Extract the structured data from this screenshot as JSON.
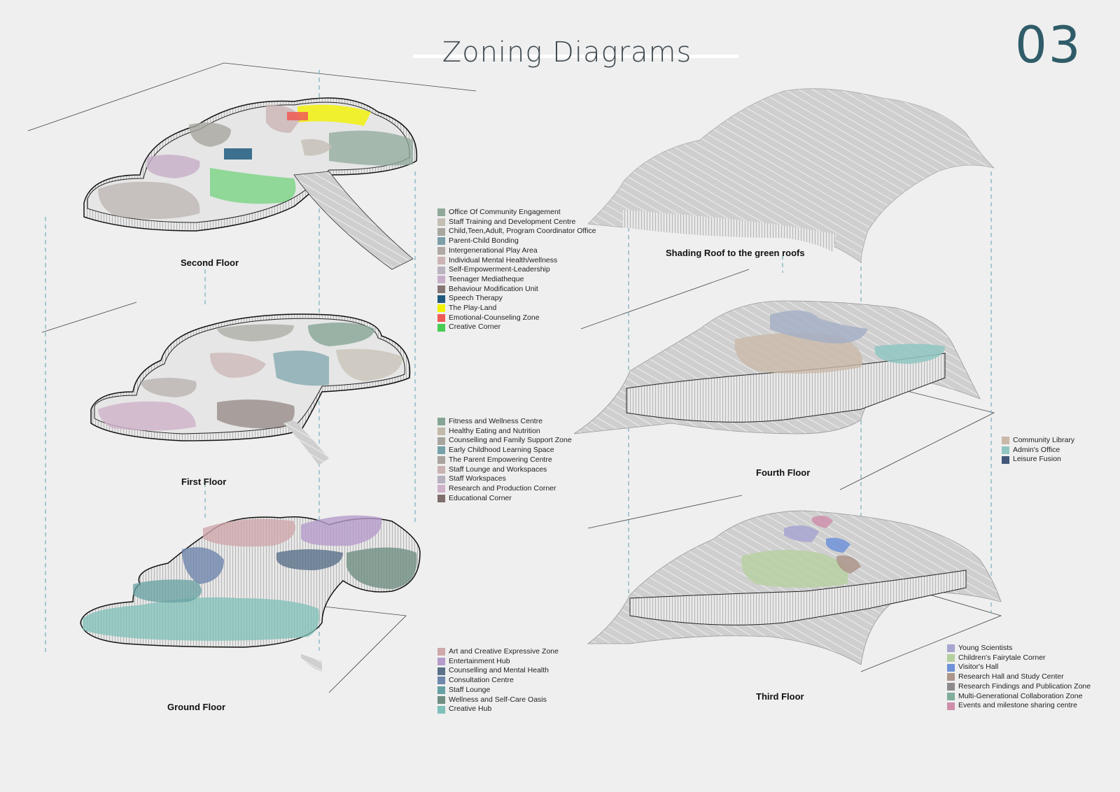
{
  "header": {
    "title": "Zoning Diagrams",
    "sheet_number": "03"
  },
  "floors": {
    "second": {
      "label": "Second Floor",
      "legend": [
        {
          "label": "Office Of Community Engagement",
          "color": "#8fa89a"
        },
        {
          "label": "Staff Training and Development Centre",
          "color": "#c4beb5"
        },
        {
          "label": "Child,Teen,Adult, Program Coordinator Office",
          "color": "#a7a69f"
        },
        {
          "label": "Parent-Child Bonding",
          "color": "#7c9fa8"
        },
        {
          "label": "Intergenerational Play Area",
          "color": "#b0a8a4"
        },
        {
          "label": "Individual Mental Health/wellness",
          "color": "#ccb4b4"
        },
        {
          "label": "Self-Empowerment-Leadership",
          "color": "#b9b3bf"
        },
        {
          "label": "Teenager Mediatheque",
          "color": "#c7aec8"
        },
        {
          "label": "Behaviour Modification Unit",
          "color": "#857674"
        },
        {
          "label": "Speech Therapy",
          "color": "#1f5a7e"
        },
        {
          "label": "The Play-Land",
          "color": "#f2f200"
        },
        {
          "label": "Emotional-Counseling Zone",
          "color": "#f05a55"
        },
        {
          "label": "Creative Corner",
          "color": "#47cc55"
        }
      ]
    },
    "first": {
      "label": "First Floor",
      "legend": [
        {
          "label": "Fitness and Wellness Centre",
          "color": "#86a595"
        },
        {
          "label": "Healthy Eating and Nutrition",
          "color": "#c2b9aa"
        },
        {
          "label": "Counselling and Family Support Zone",
          "color": "#a6a69e"
        },
        {
          "label": "Early Childhood Learning Space",
          "color": "#76a1a8"
        },
        {
          "label": "The Parent Empowering Centre",
          "color": "#aba39f"
        },
        {
          "label": "Staff Lounge and Workspaces",
          "color": "#c9b2b1"
        },
        {
          "label": "Staff Workspaces",
          "color": "#b6b0bf"
        },
        {
          "label": "Research and Production Corner",
          "color": "#cfb1c9"
        },
        {
          "label": "Educational Corner",
          "color": "#7e6f6d"
        }
      ]
    },
    "ground": {
      "label": "Ground Floor",
      "legend": [
        {
          "label": "Art and Creative Expressive Zone",
          "color": "#cfa8ab"
        },
        {
          "label": "Entertainment Hub",
          "color": "#b59bcb"
        },
        {
          "label": "Counselling and Mental Health",
          "color": "#5a7188"
        },
        {
          "label": "Consultation Centre",
          "color": "#6f86ad"
        },
        {
          "label": "Staff Lounge",
          "color": "#66a0a2"
        },
        {
          "label": "Wellness and Self-Care Oasis",
          "color": "#6f8f82"
        },
        {
          "label": "Creative Hub",
          "color": "#7fc0b8"
        }
      ]
    },
    "roof": {
      "label": "Shading Roof to the green roofs"
    },
    "fourth": {
      "label": "Fourth Floor",
      "legend": [
        {
          "label": "Community Library",
          "color": "#c9b9a9"
        },
        {
          "label": "Admin's Office",
          "color": "#8fc6c2"
        },
        {
          "label": "Leisure Fusion",
          "color": "#43577a"
        }
      ]
    },
    "third": {
      "label": "Third Floor",
      "legend": [
        {
          "label": "Young Scientists",
          "color": "#a7a5d0"
        },
        {
          "label": "Children's Fairytale Corner",
          "color": "#b5cf9f"
        },
        {
          "label": "Visitor's Hall",
          "color": "#6f92d8"
        },
        {
          "label": "Research Hall and Study Center",
          "color": "#ad958a"
        },
        {
          "label": "Research Findings and Publication Zone",
          "color": "#8c8a8a"
        },
        {
          "label": "Multi-Generational Collaboration Zone",
          "color": "#7fae9a"
        },
        {
          "label": "Events and milestone sharing centre",
          "color": "#cf8fab"
        }
      ]
    }
  }
}
